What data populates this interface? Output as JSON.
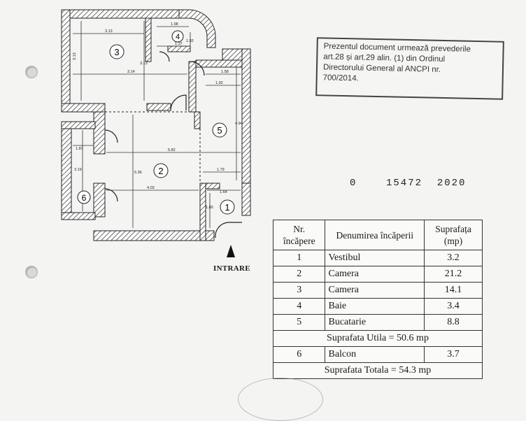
{
  "stamp": {
    "lines": [
      "Prezentul document urmează prevederile",
      "art.28 și art.29 alin. (1) din Ordinul",
      "Directorului General al ANCPI nr.",
      "700/2014."
    ]
  },
  "registration_number": "0    15472  2020",
  "entrance_label": "INTRARE",
  "room_markers": [
    "1",
    "2",
    "3",
    "4",
    "5",
    "6"
  ],
  "dimensions": [
    "3.13",
    "3.13",
    "3.13",
    "3.14",
    "1.98",
    "1.92",
    "1.37",
    "1.58",
    "1.92",
    "4.94",
    "5.82",
    "1.87",
    "3.19",
    "5.36",
    "4.03",
    "1.79",
    "1.64",
    "1.80"
  ],
  "table": {
    "headers": {
      "nr": [
        "Nr.",
        "încăpere"
      ],
      "name": "Denumirea încăperii",
      "area": [
        "Suprafața",
        "(mp)"
      ]
    },
    "rows": [
      {
        "nr": "1",
        "name": "Vestibul",
        "area": "3.2"
      },
      {
        "nr": "2",
        "name": "Camera",
        "area": "21.2"
      },
      {
        "nr": "3",
        "name": "Camera",
        "area": "14.1"
      },
      {
        "nr": "4",
        "name": "Baie",
        "area": "3.4"
      },
      {
        "nr": "5",
        "name": "Bucatarie",
        "area": "8.8"
      }
    ],
    "useful_total": "Suprafata Utila = 50.6 mp",
    "balcony_row": {
      "nr": "6",
      "name": "Balcon",
      "area": "3.7"
    },
    "grand_total": "Suprafata Totala = 54.3 mp"
  }
}
